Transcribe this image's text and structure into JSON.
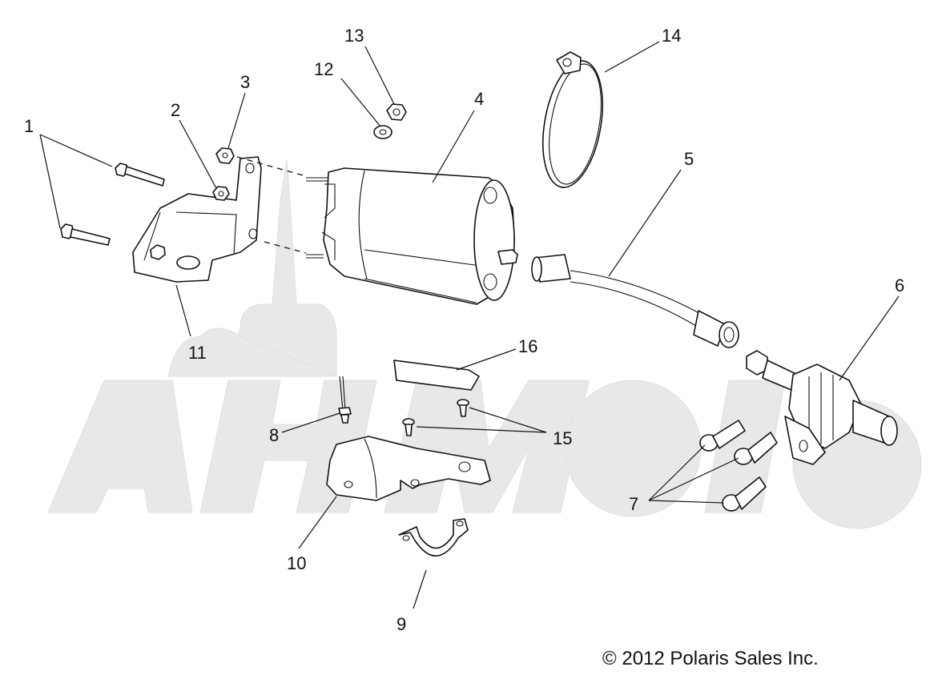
{
  "diagram": {
    "callouts": [
      "1",
      "2",
      "3",
      "4",
      "5",
      "6",
      "7",
      "8",
      "9",
      "10",
      "11",
      "12",
      "13",
      "14",
      "15",
      "16"
    ],
    "copyright": "© 2012 Polaris Sales Inc.",
    "watermark_logo": "АвтоМото",
    "colors": {
      "line": "#111111",
      "background": "#ffffff",
      "watermark": "#e6e6e6"
    }
  }
}
